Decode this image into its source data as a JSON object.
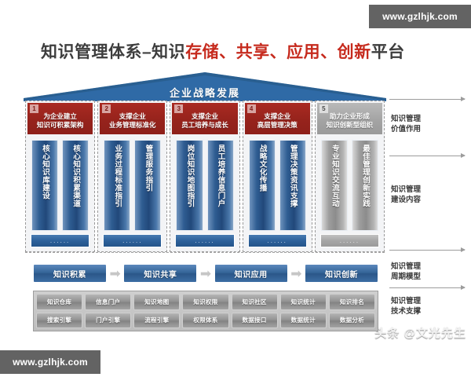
{
  "page": {
    "title_prefix": "知识管理体系–知识",
    "title_emphasis": "存储、共享、应用、创新",
    "title_suffix": "平台"
  },
  "watermarks": {
    "top_right": "www.gzlhjk.com",
    "bottom_left": "www.gzlhjk.com",
    "toutiao": "头条 @文光先生"
  },
  "roof": {
    "label": "企业战略发展",
    "color": "#2f6aa6"
  },
  "colors": {
    "red": "#a92a22",
    "blue": "#2a5688",
    "gray": "#9a9a9a",
    "accent_title_red": "#c62a1d"
  },
  "columns": [
    {
      "num": "1",
      "head_line1": "为企业建立",
      "head_line2": "知识可积累架构",
      "theme": "red",
      "pillars": [
        "核心知识库建设",
        "核心知识积累渠道"
      ],
      "footer": "......"
    },
    {
      "num": "2",
      "head_line1": "支撑企业",
      "head_line2": "业务管理标准化",
      "theme": "red",
      "pillars": [
        "业务过程标准指引",
        "管理服务指引"
      ],
      "footer": "......"
    },
    {
      "num": "3",
      "head_line1": "支撑企业",
      "head_line2": "员工培养与成长",
      "theme": "red",
      "pillars": [
        "岗位知识地图指引",
        "员工培养信息门户"
      ],
      "footer": "......"
    },
    {
      "num": "4",
      "head_line1": "支撑企业",
      "head_line2": "高层管理决策",
      "theme": "red",
      "pillars": [
        "战略文化传播",
        "管理决策资讯支撑"
      ],
      "footer": "......"
    },
    {
      "num": "5",
      "head_line1": "助力企业形成",
      "head_line2": "知识创新型组织",
      "theme": "gray",
      "pillars": [
        "专业知识交流互动",
        "最佳管理创新实践"
      ],
      "footer": "......"
    }
  ],
  "cycle": {
    "steps": [
      "知识积累",
      "知识共享",
      "知识应用",
      "知识创新"
    ],
    "arrow": "➡"
  },
  "tech": {
    "row1": [
      "知识仓库",
      "信息门户",
      "知识地图",
      "知识权限",
      "知识社区",
      "知识统计",
      "知识排名"
    ],
    "row2": [
      "搜索引擎",
      "门户引擎",
      "流程引擎",
      "权限体系",
      "数据接口",
      "数据统计",
      "数据分析"
    ]
  },
  "legend": [
    {
      "line1": "知识管理",
      "line2": "价值作用"
    },
    {
      "line1": "知识管理",
      "line2": "建设内容"
    },
    {
      "line1": "知识管理",
      "line2": "周期模型"
    },
    {
      "line1": "知识管理",
      "line2": "技术支撑"
    }
  ]
}
